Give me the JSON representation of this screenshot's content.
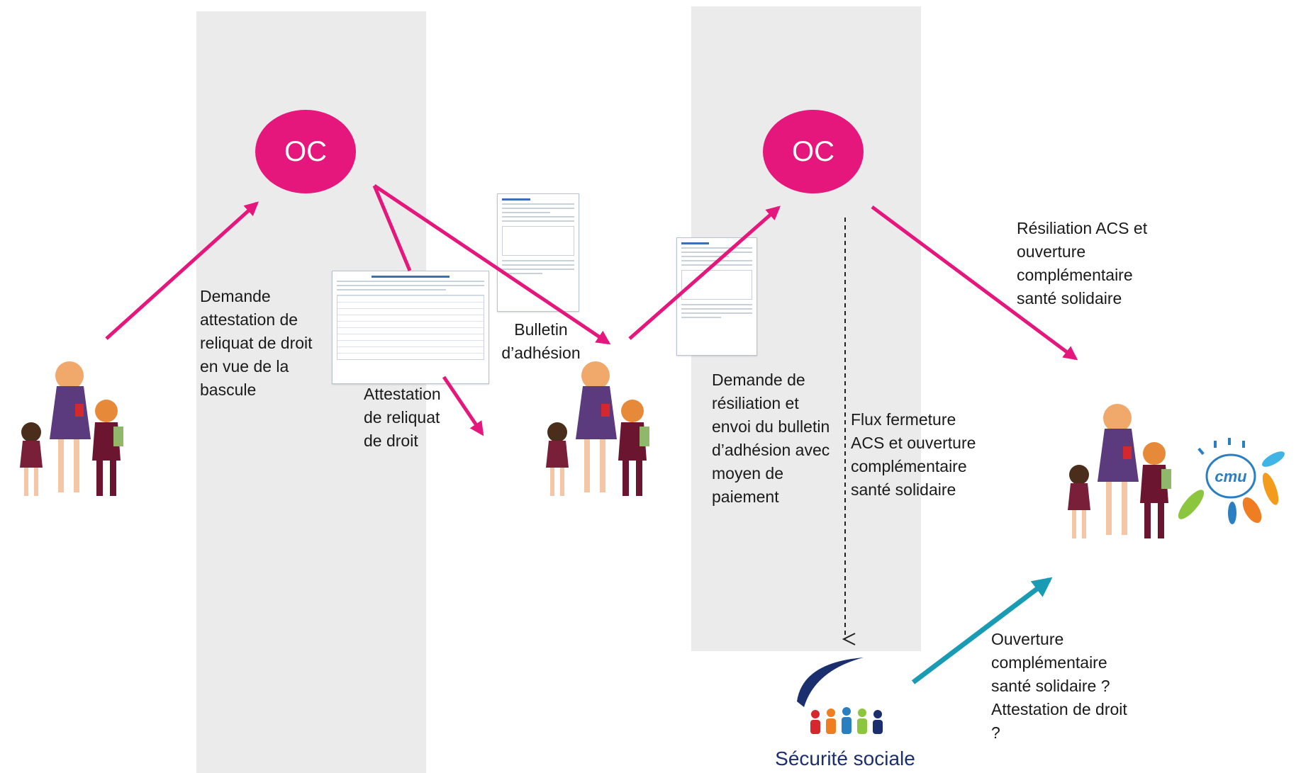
{
  "nodes": {
    "oc_left": "OC",
    "oc_right": "OC"
  },
  "labels": {
    "demande_attestation": "Demande attestation de reliquat de droit en vue de la bascule",
    "attestation_reliquat": "Attestation de reliquat de droit",
    "bulletin_adhesion": "Bulletin d’adhésion",
    "demande_resiliation": "Demande de résiliation et envoi du bulletin d’adhésion avec moyen de paiement",
    "flux_fermeture": "Flux fermeture ACS et ouverture complémentaire santé solidaire",
    "resiliation_acs": "Résiliation ACS et ouverture complémentaire santé solidaire",
    "ouverture_question": "Ouverture complémentaire santé solidaire ? Attestation de droit ?"
  },
  "logos": {
    "securite_sociale": "Sécurité sociale",
    "cmu": "cmu"
  },
  "colors": {
    "oc_magenta": "#e6177c",
    "arrow_magenta": "#e6177c",
    "arrow_teal": "#1a9bb4",
    "band_gray": "#ebebeb"
  }
}
